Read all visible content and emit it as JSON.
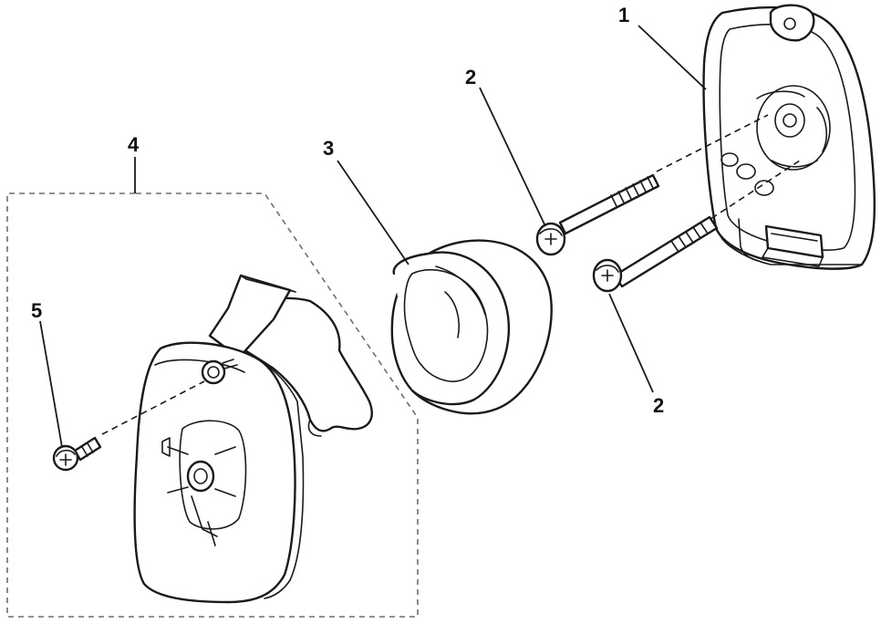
{
  "callouts": {
    "cover_back": "1",
    "bolt_upper": "2",
    "bolt_lower": "2",
    "filter_element": "3",
    "cover_assembly": "4",
    "cover_screw": "5"
  }
}
